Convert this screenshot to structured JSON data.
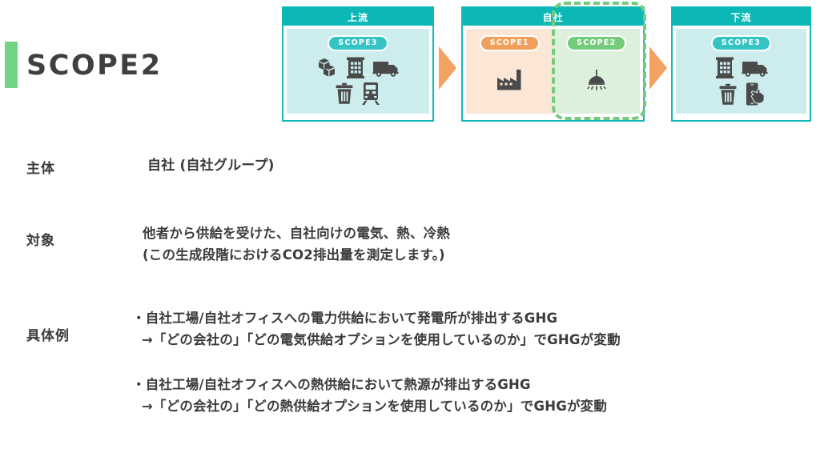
{
  "slide": {
    "title": "SCOPE2",
    "accent_color": "#70d484"
  },
  "diagram": {
    "panels": [
      {
        "header": "上流",
        "cells": [
          {
            "badge": "SCOPE3",
            "badge_color": "#35c4c4",
            "bg_color": "#cdeced",
            "icons": [
              "packages-icon",
              "building-icon",
              "truck-icon",
              "trash-bin-icon",
              "train-icon"
            ]
          }
        ]
      },
      {
        "header": "自社",
        "cells": [
          {
            "badge": "SCOPE1",
            "badge_color": "#f0a05a",
            "bg_color": "#fce7d7",
            "icons": [
              "factory-icon"
            ]
          },
          {
            "badge": "SCOPE2",
            "badge_color": "#74cb7b",
            "bg_color": "#ddf0dd",
            "icons": [
              "ceiling-lamp-icon"
            ]
          }
        ]
      },
      {
        "header": "下流",
        "cells": [
          {
            "badge": "SCOPE3",
            "badge_color": "#35c4c4",
            "bg_color": "#cdeced",
            "icons": [
              "building-icon",
              "truck-icon",
              "trash-bin-icon",
              "smartphone-tap-icon"
            ]
          }
        ]
      }
    ],
    "arrow_color": "#f4a261",
    "highlight_color": "#74cb7b",
    "highlighted_cell": "SCOPE2"
  },
  "details": {
    "subject": {
      "label": "主体",
      "value": "自社 (自社グループ)"
    },
    "target": {
      "label": "対象",
      "value": "他者から供給を受けた、自社向けの電気、熱、冷熱\n(この生成段階におけるCO2排出量を測定します。)"
    },
    "example": {
      "label": "具体例",
      "item1": "・自社工場/自社オフィスへの電力供給において発電所が排出するGHG\n  →「どの会社の」「どの電気供給オプションを使用しているのか」でGHGが変動",
      "item2": "・自社工場/自社オフィスへの熱供給において熱源が排出するGHG\n  →「どの会社の」「どの熱供給オプションを使用しているのか」でGHGが変動"
    }
  }
}
